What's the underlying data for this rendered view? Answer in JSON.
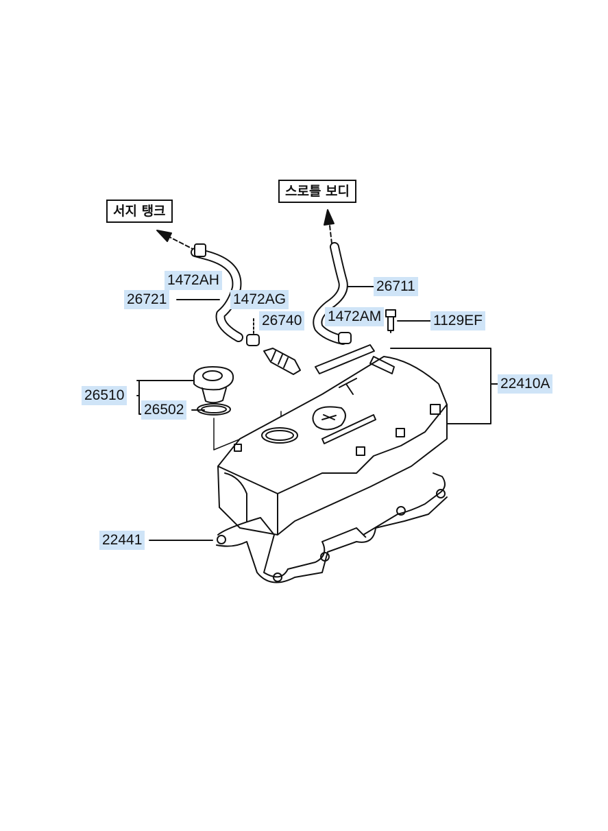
{
  "destinations": {
    "surge_tank": "서지 탱크",
    "throttle_body": "스로틀 보디"
  },
  "parts": {
    "p1472AH": "1472AH",
    "p26721": "26721",
    "p1472AG": "1472AG",
    "p26740": "26740",
    "p1472AM": "1472AM",
    "p26711": "26711",
    "p1129EF": "1129EF",
    "p22410A": "22410A",
    "p26510": "26510",
    "p26502": "26502",
    "p22441": "22441"
  },
  "colors": {
    "label_highlight": "#cfe4f7",
    "line": "#111111"
  }
}
